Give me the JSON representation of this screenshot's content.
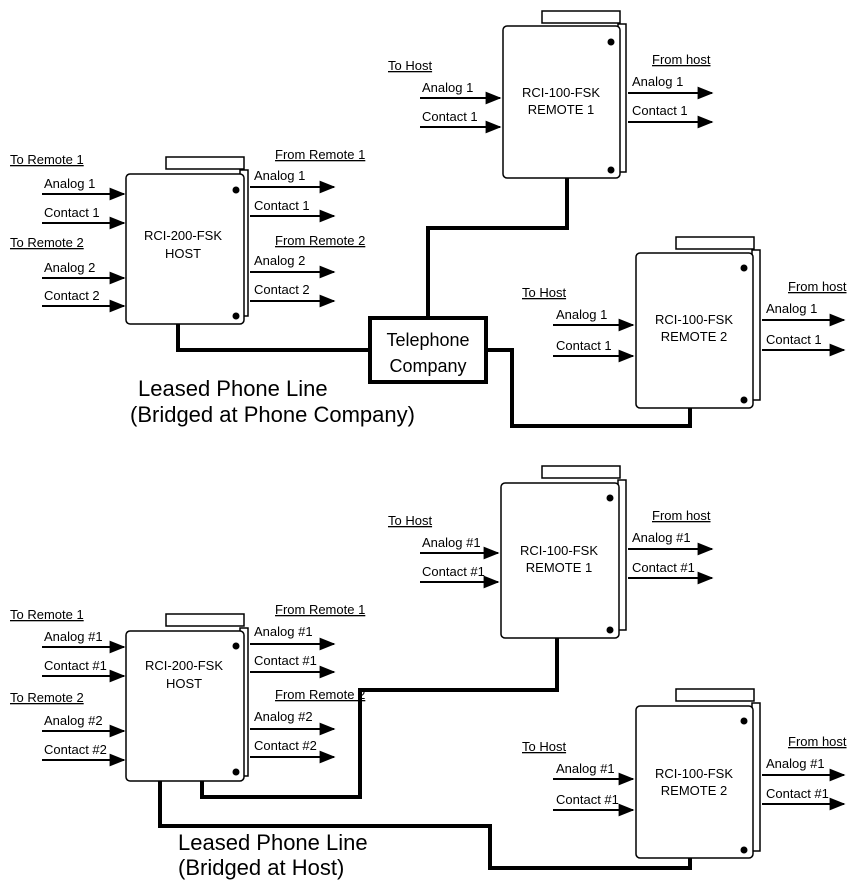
{
  "top": {
    "host": {
      "name": "RCI-200-FSK",
      "sub": "HOST",
      "to_remote_1": "To Remote 1",
      "to_remote_2": "To Remote 2",
      "from_remote_1": "From Remote 1",
      "from_remote_2": "From Remote 2",
      "in_analog_1": "Analog 1",
      "in_contact_1": "Contact 1",
      "in_analog_2": "Analog 2",
      "in_contact_2": "Contact 2",
      "out_analog_1": "Analog 1",
      "out_contact_1": "Contact 1",
      "out_analog_2": "Analog 2",
      "out_contact_2": "Contact 2"
    },
    "remote1": {
      "name": "RCI-100-FSK",
      "sub": "REMOTE 1",
      "to_host": "To Host",
      "from_host": "From host",
      "in_analog": "Analog 1",
      "in_contact": "Contact 1",
      "out_analog": "Analog 1",
      "out_contact": "Contact 1"
    },
    "remote2": {
      "name": "RCI-100-FSK",
      "sub": "REMOTE 2",
      "to_host": "To Host",
      "from_host": "From host",
      "in_analog": "Analog 1",
      "in_contact": "Contact 1",
      "out_analog": "Analog 1",
      "out_contact": "Contact 1"
    },
    "telephone_line1": "Telephone",
    "telephone_line2": "Company",
    "caption_line1": "Leased Phone Line",
    "caption_line2": "(Bridged at Phone Company)"
  },
  "bottom": {
    "host": {
      "name": "RCI-200-FSK",
      "sub": "HOST",
      "to_remote_1": "To Remote 1",
      "to_remote_2": "To Remote 2",
      "from_remote_1": "From Remote 1",
      "from_remote_2": "From Remote 2",
      "in_analog_1": "Analog #1",
      "in_contact_1": "Contact #1",
      "in_analog_2": "Analog #2",
      "in_contact_2": "Contact #2",
      "out_analog_1": "Analog #1",
      "out_contact_1": "Contact #1",
      "out_analog_2": "Analog #2",
      "out_contact_2": "Contact #2"
    },
    "remote1": {
      "name": "RCI-100-FSK",
      "sub": "REMOTE 1",
      "to_host": "To Host",
      "from_host": "From host",
      "in_analog": "Analog #1",
      "in_contact": "Contact #1",
      "out_analog": "Analog #1",
      "out_contact": "Contact #1"
    },
    "remote2": {
      "name": "RCI-100-FSK",
      "sub": "REMOTE 2",
      "to_host": "To Host",
      "from_host": "From host",
      "in_analog": "Analog #1",
      "in_contact": "Contact #1",
      "out_analog": "Analog #1",
      "out_contact": "Contact #1"
    },
    "caption_line1": "Leased Phone Line",
    "caption_line2": "(Bridged at Host)"
  }
}
